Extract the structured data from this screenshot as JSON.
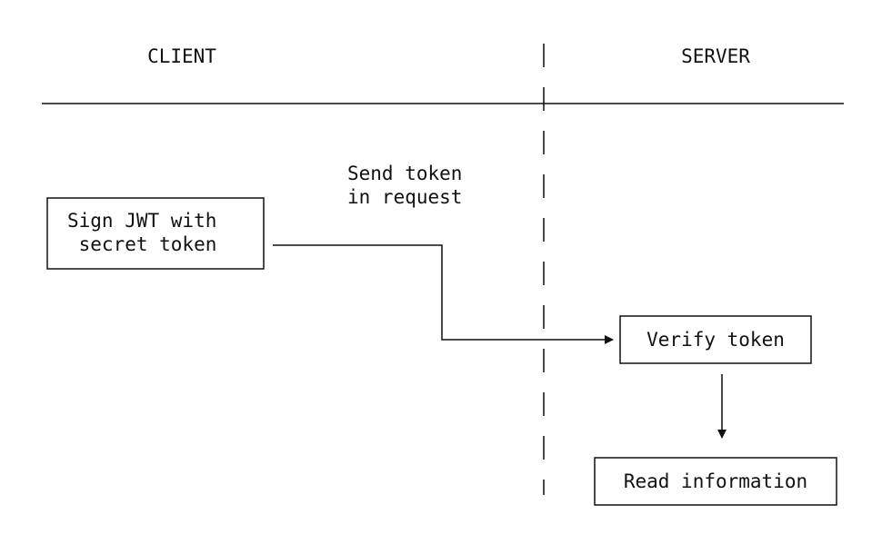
{
  "lanes": {
    "left": "CLIENT",
    "right": "SERVER"
  },
  "nodes": {
    "sign": [
      "Sign JWT with",
      " secret token"
    ],
    "verify": "Verify token",
    "read": "Read information"
  },
  "edges": {
    "send_label": [
      "Send token",
      "in request"
    ]
  },
  "colors": {
    "ink": "#111111",
    "background": "#ffffff"
  }
}
